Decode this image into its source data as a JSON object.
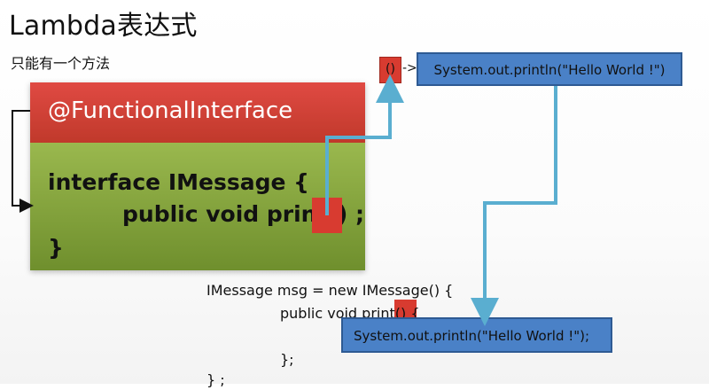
{
  "title": "Lambda表达式",
  "subtitle": "只能有一个方法",
  "interface_block": {
    "annotation": "@FunctionalInterface",
    "line1": "interface IMessage {",
    "line2": "public void print() ;",
    "line3": "}"
  },
  "lambda": {
    "paren": "()",
    "arrow": "->",
    "body": "System.out.println(\"Hello World !\")"
  },
  "anonymous_class": {
    "line1": "IMessage msg = new IMessage() {",
    "line2": "public void print() {",
    "body": "System.out.println(\"Hello World !\");",
    "line3": "};",
    "line4": "} ;"
  },
  "colors": {
    "annotation_red": "#c0392b",
    "body_green": "#6f8f2d",
    "highlight_red": "#d83b30",
    "box_blue": "#4a81c7",
    "connector_blue": "#5aaed0"
  }
}
